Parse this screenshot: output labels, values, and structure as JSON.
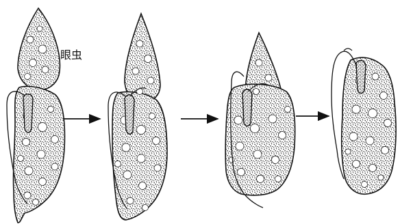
{
  "figure": {
    "label": "眼虫",
    "stages": [
      {
        "name": "stage-1"
      },
      {
        "name": "stage-2"
      },
      {
        "name": "stage-3"
      },
      {
        "name": "stage-4"
      }
    ],
    "arrow_count": 3
  },
  "colors": {
    "ink": "#111111",
    "background": "#ffffff"
  }
}
